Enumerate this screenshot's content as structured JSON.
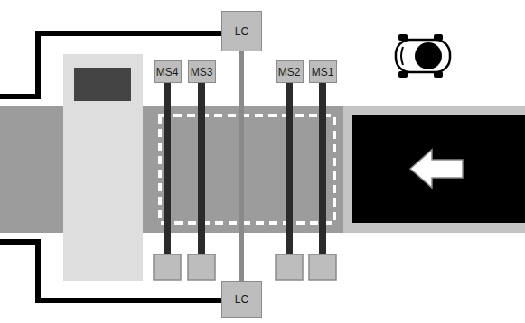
{
  "diagram": {
    "nodes": [
      {
        "text": [
          "LC"
        ]
      },
      {
        "text": [
          "MS4"
        ]
      },
      {
        "text": [
          "MS3"
        ]
      },
      {
        "text": [
          "MS2"
        ]
      },
      {
        "text": [
          "MS1"
        ]
      },
      {
        "text": [
          "LC"
        ]
      }
    ],
    "edges": [
      {
        "from": 0,
        "to": 5,
        "arrow": "none"
      }
    ]
  }
}
